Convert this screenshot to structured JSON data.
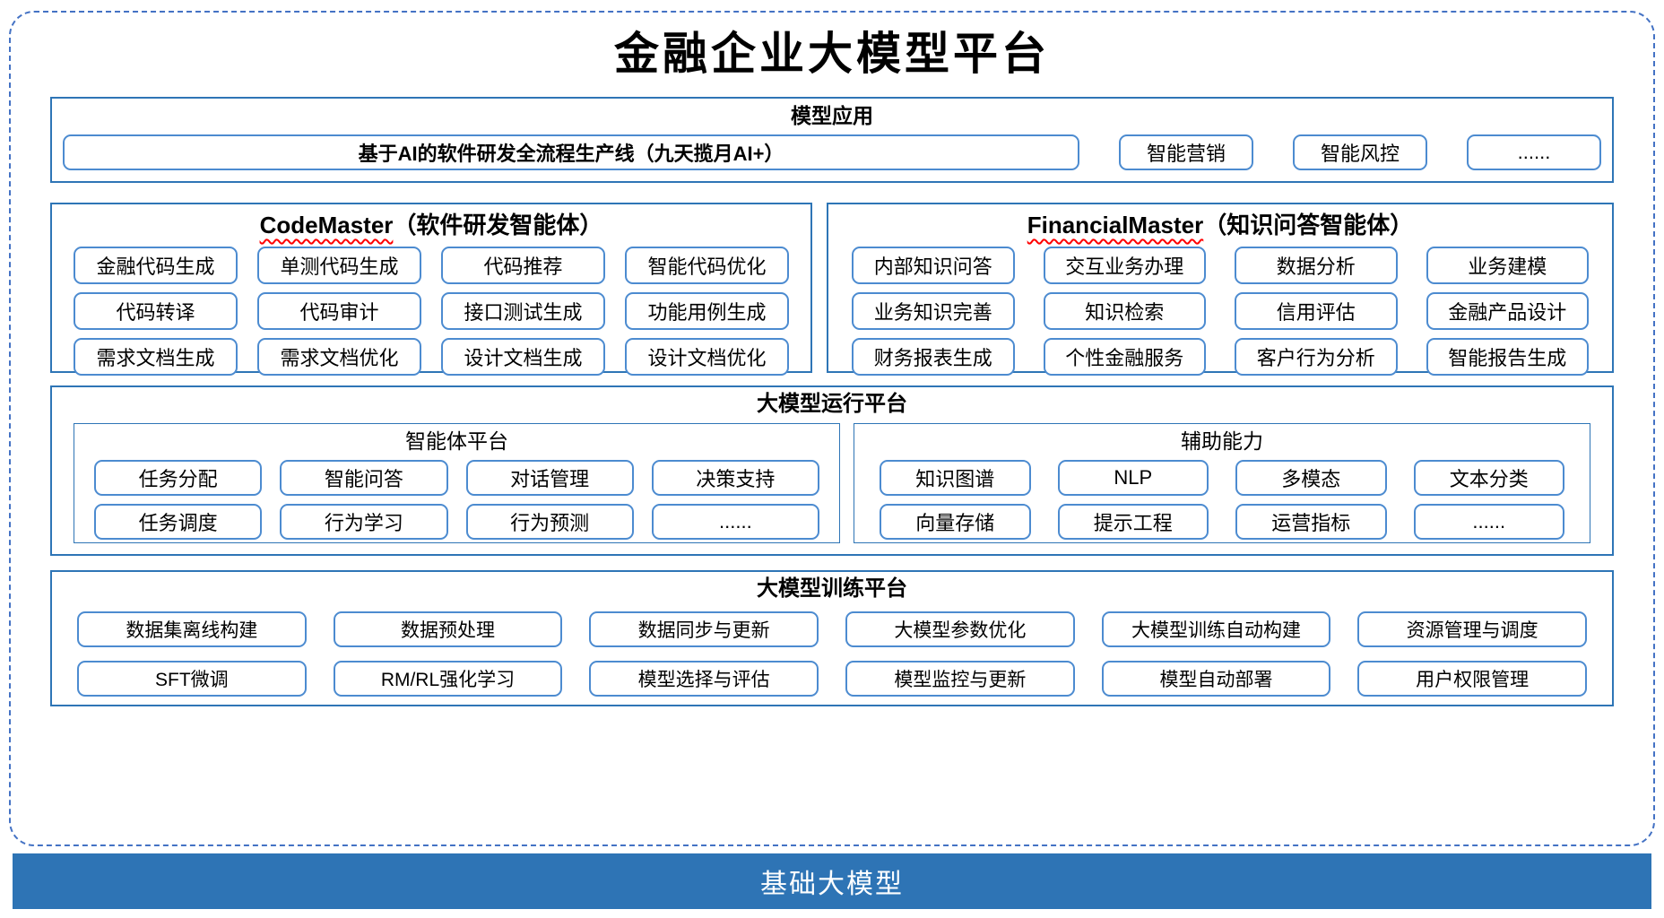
{
  "title": "金融企业大模型平台",
  "colors": {
    "section_border": "#2E75B6",
    "item_border": "#4C8BD0",
    "dashed_frame": "#4472C4",
    "foundation_bar": "#2E74B5",
    "squiggle": "#FF0000"
  },
  "model_apps": {
    "heading": "模型应用",
    "pipeline_item": "基于AI的软件研发全流程生产线（九天揽月AI+）",
    "items": [
      "智能营销",
      "智能风控",
      "......"
    ]
  },
  "agents": [
    {
      "name_en": "CodeMaster",
      "name_suffix": "（软件研发智能体）",
      "items": [
        "金融代码生成",
        "单测代码生成",
        "代码推荐",
        "智能代码优化",
        "代码转译",
        "代码审计",
        "接口测试生成",
        "功能用例生成",
        "需求文档生成",
        "需求文档优化",
        "设计文档生成",
        "设计文档优化"
      ]
    },
    {
      "name_en": "FinancialMaster",
      "name_suffix": "（知识问答智能体）",
      "items": [
        "内部知识问答",
        "交互业务办理",
        "数据分析",
        "业务建模",
        "业务知识完善",
        "知识检索",
        "信用评估",
        "金融产品设计",
        "财务报表生成",
        "个性金融服务",
        "客户行为分析",
        "智能报告生成"
      ]
    }
  ],
  "runtime": {
    "heading": "大模型运行平台",
    "groups": [
      {
        "name": "智能体平台",
        "items": [
          "任务分配",
          "智能问答",
          "对话管理",
          "决策支持",
          "任务调度",
          "行为学习",
          "行为预测",
          "......"
        ]
      },
      {
        "name": "辅助能力",
        "items": [
          "知识图谱",
          "NLP",
          "多模态",
          "文本分类",
          "向量存储",
          "提示工程",
          "运营指标",
          "......"
        ]
      }
    ]
  },
  "training": {
    "heading": "大模型训练平台",
    "items": [
      "数据集离线构建",
      "数据预处理",
      "数据同步与更新",
      "大模型参数优化",
      "大模型训练自动构建",
      "资源管理与调度",
      "SFT微调",
      "RM/RL强化学习",
      "模型选择与评估",
      "模型监控与更新",
      "模型自动部署",
      "用户权限管理"
    ]
  },
  "foundation": {
    "label": "基础大模型"
  }
}
